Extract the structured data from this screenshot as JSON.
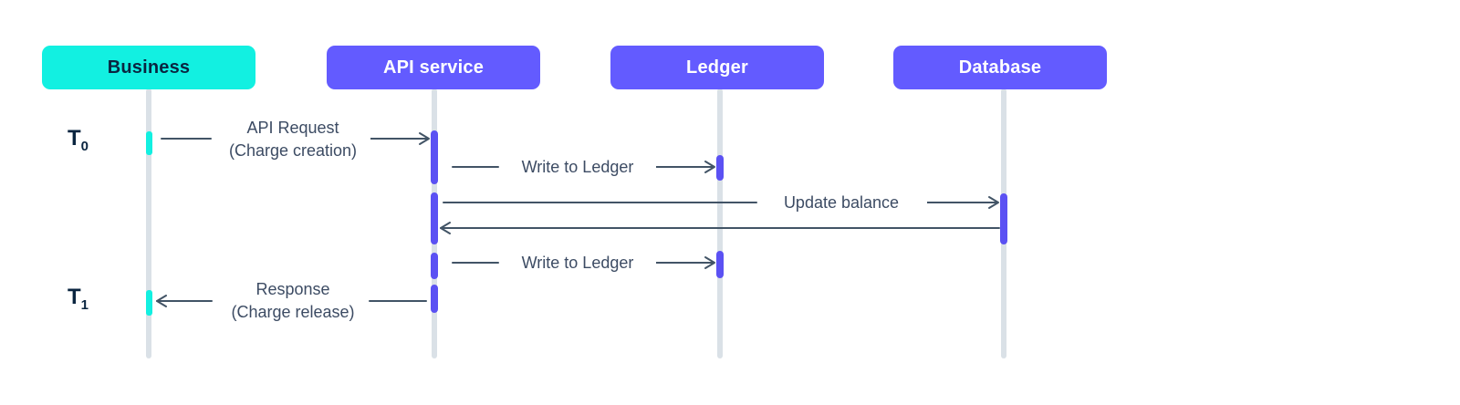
{
  "diagram": {
    "type": "sequence-diagram",
    "actors": [
      {
        "label": "Business",
        "color": "#12F0E1",
        "text_color": "#0A2540"
      },
      {
        "label": "API service",
        "color": "#635BFF",
        "text_color": "#FFFFFF"
      },
      {
        "label": "Ledger",
        "color": "#635BFF",
        "text_color": "#FFFFFF"
      },
      {
        "label": "Database",
        "color": "#635BFF",
        "text_color": "#FFFFFF"
      }
    ],
    "time_labels": [
      {
        "base": "T",
        "sub": "0"
      },
      {
        "base": "T",
        "sub": "1"
      }
    ],
    "messages": [
      {
        "from": "Business",
        "to": "API service",
        "direction": "right",
        "label_line1": "API Request",
        "label_line2": "(Charge creation)"
      },
      {
        "from": "API service",
        "to": "Ledger",
        "direction": "right",
        "label": "Write to Ledger"
      },
      {
        "from": "API service",
        "to": "Database",
        "direction": "right",
        "label": "Update balance"
      },
      {
        "from": "Database",
        "to": "API service",
        "direction": "left",
        "label": ""
      },
      {
        "from": "API service",
        "to": "Ledger",
        "direction": "right",
        "label": "Write to Ledger"
      },
      {
        "from": "API service",
        "to": "Business",
        "direction": "left",
        "label_line1": "Response",
        "label_line2": "(Charge release)"
      }
    ],
    "colors": {
      "cyan": "#12F0E1",
      "purple": "#635BFF",
      "activation_purple": "#5B51F3",
      "lifeline_gray": "#DAE1E7",
      "line": "#425466",
      "dark_text": "#0A2540"
    }
  }
}
